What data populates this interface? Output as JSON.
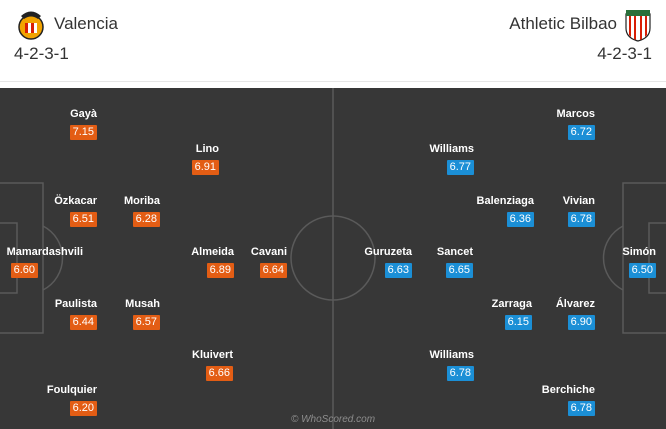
{
  "home": {
    "name": "Valencia",
    "formation": "4-2-3-1",
    "crest_icon": "valencia-bat-crest-icon",
    "color": "#e35d14",
    "players": [
      {
        "name": "Gayà",
        "rating": "7.15"
      },
      {
        "name": "Lino",
        "rating": "6.91"
      },
      {
        "name": "Özkacar",
        "rating": "6.51"
      },
      {
        "name": "Moriba",
        "rating": "6.28"
      },
      {
        "name": "Mamardashvili",
        "rating": "6.60"
      },
      {
        "name": "Almeida",
        "rating": "6.89"
      },
      {
        "name": "Cavani",
        "rating": "6.64"
      },
      {
        "name": "Paulista",
        "rating": "6.44"
      },
      {
        "name": "Musah",
        "rating": "6.57"
      },
      {
        "name": "Kluivert",
        "rating": "6.66"
      },
      {
        "name": "Foulquier",
        "rating": "6.20"
      }
    ]
  },
  "away": {
    "name": "Athletic Bilbao",
    "formation": "4-2-3-1",
    "crest_icon": "athletic-bilbao-crest-icon",
    "color": "#1b8fd6",
    "players": [
      {
        "name": "Marcos",
        "rating": "6.72"
      },
      {
        "name": "Williams",
        "rating": "6.77"
      },
      {
        "name": "Balenziaga",
        "rating": "6.36"
      },
      {
        "name": "Vivian",
        "rating": "6.78"
      },
      {
        "name": "Guruzeta",
        "rating": "6.63"
      },
      {
        "name": "Sancet",
        "rating": "6.65"
      },
      {
        "name": "Simón",
        "rating": "6.50"
      },
      {
        "name": "Zarraga",
        "rating": "6.15"
      },
      {
        "name": "Álvarez",
        "rating": "6.90"
      },
      {
        "name": "Williams",
        "rating": "6.78"
      },
      {
        "name": "Berchiche",
        "rating": "6.78"
      }
    ]
  },
  "watermark": "© WhoScored.com"
}
